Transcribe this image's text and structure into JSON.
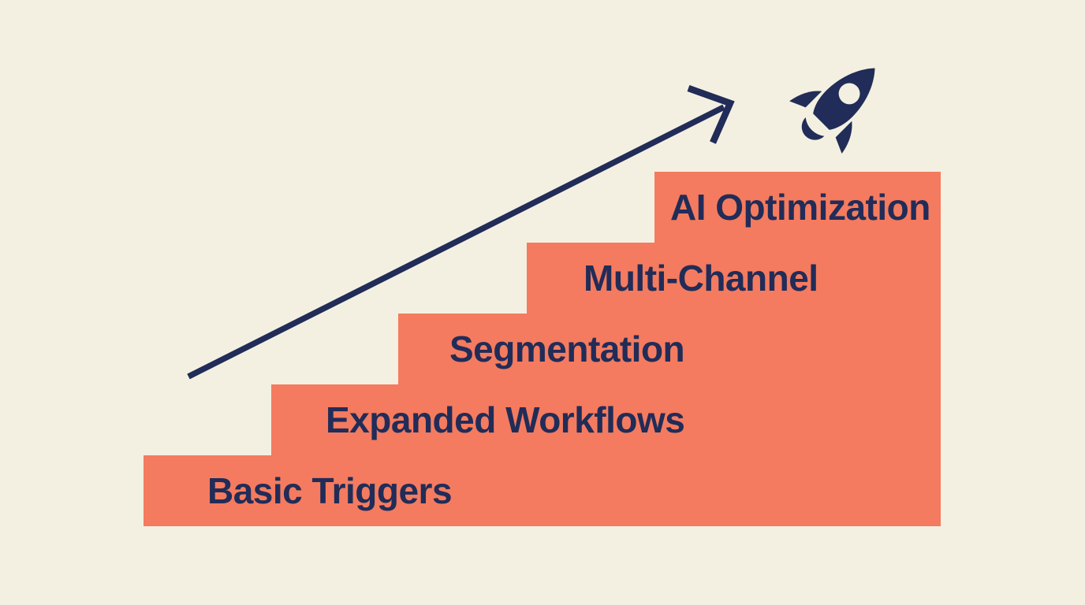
{
  "diagram": {
    "type": "staircase-growth",
    "steps": [
      {
        "label": "Basic Triggers"
      },
      {
        "label": "Expanded Workflows"
      },
      {
        "label": "Segmentation"
      },
      {
        "label": "Multi-Channel"
      },
      {
        "label": "AI Optimization"
      }
    ],
    "icons": {
      "arrow": "upward-trend-arrow",
      "rocket": "rocket"
    },
    "colors": {
      "background": "#F4F0E1",
      "step_fill": "#F47B5F",
      "ink_navy": "#212C58"
    }
  }
}
